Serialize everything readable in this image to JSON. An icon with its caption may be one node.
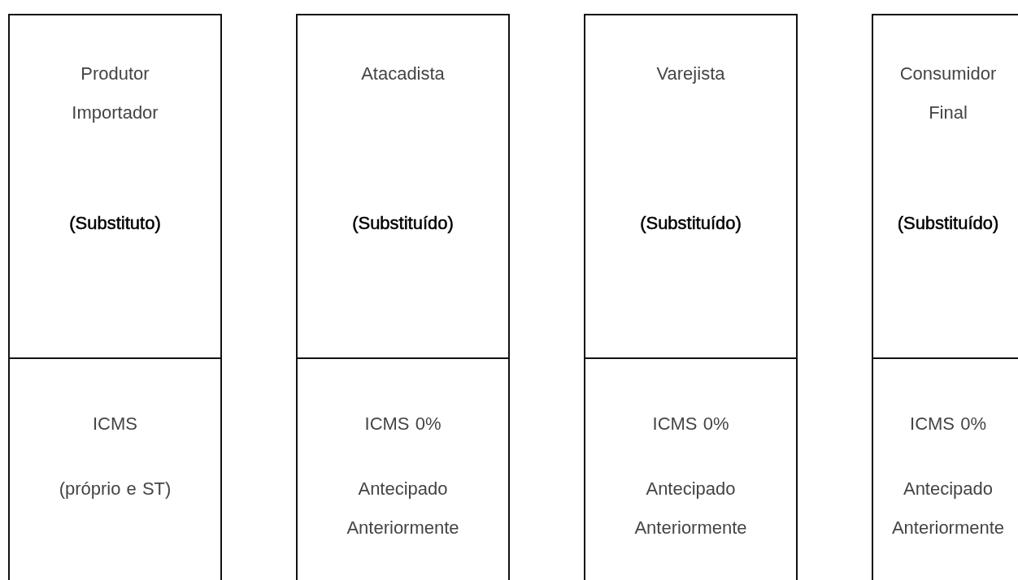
{
  "diagram": {
    "nodes": [
      {
        "text": [
          "Produtor Importador",
          "(Substituto)"
        ]
      },
      {
        "text": [
          "ICMS",
          "(próprio e ST)"
        ]
      },
      {
        "text": [
          "Atacadista",
          "(Substituído)"
        ]
      },
      {
        "text": [
          "ICMS 0%",
          "Antecipado Anteriormente"
        ]
      },
      {
        "text": [
          "Varejista",
          "(Substituído)"
        ]
      },
      {
        "text": [
          "ICMS 0%",
          "Antecipado Anteriormente"
        ]
      },
      {
        "text": [
          "Consumidor Final",
          "(Substituído)"
        ]
      },
      {
        "text": [
          "ICMS 0%",
          "Antecipado Anteriormente"
        ]
      }
    ]
  }
}
